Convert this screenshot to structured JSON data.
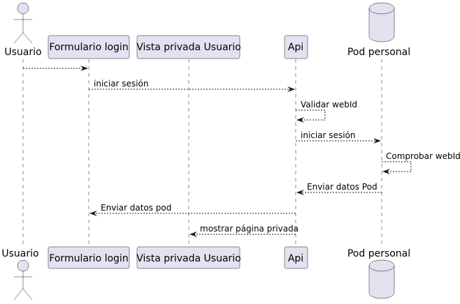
{
  "participants": {
    "usuario": {
      "label": "Usuario",
      "kind": "actor",
      "icon": "stick-figure-icon"
    },
    "formulario": {
      "label": "Formulario login",
      "kind": "participant"
    },
    "vista": {
      "label": "Vista privada Usuario",
      "kind": "participant"
    },
    "api": {
      "label": "Api",
      "kind": "participant"
    },
    "pod": {
      "label": "Pod personal",
      "kind": "database",
      "icon": "database-cylinder-icon"
    }
  },
  "messages": [
    {
      "from": "usuario",
      "to": "formulario",
      "label": ""
    },
    {
      "from": "formulario",
      "to": "api",
      "label": "iniciar sesión"
    },
    {
      "from": "api",
      "to": "api",
      "label": "Validar webId"
    },
    {
      "from": "api",
      "to": "pod",
      "label": "iniciar sesión"
    },
    {
      "from": "pod",
      "to": "pod",
      "label": "Comprobar webId"
    },
    {
      "from": "pod",
      "to": "api",
      "label": "Enviar datos Pod"
    },
    {
      "from": "api",
      "to": "formulario",
      "label": "Enviar datos pod"
    },
    {
      "from": "api",
      "to": "vista",
      "label": "mostrar página privada"
    }
  ],
  "colors": {
    "participant_fill": "#E2E2F0",
    "border": "#181818"
  }
}
